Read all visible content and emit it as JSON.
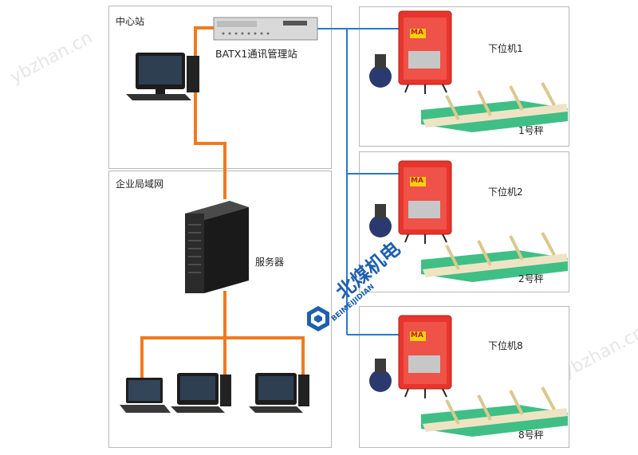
{
  "panels": {
    "center_station": {
      "title": "中心站"
    },
    "enterprise_lan": {
      "title": "企业局域网"
    }
  },
  "devices": {
    "comm_station": {
      "label": "BATX1通讯管理站"
    },
    "server": {
      "label": "服务器"
    }
  },
  "lower_units": [
    {
      "name": "下位机1",
      "scale": "1号秤",
      "box_badge": "MA"
    },
    {
      "name": "下位机2",
      "scale": "2号秤",
      "box_badge": "MA"
    },
    {
      "name": "下位机8",
      "scale": "8号秤",
      "box_badge": "MA"
    }
  ],
  "logo": {
    "cn": "北煤机电",
    "en": "BEIMEIJIDIAN"
  },
  "watermarks": [
    "ybzhan.cn",
    "ybzhan.cn"
  ],
  "colors": {
    "wire_orange": "#f07a1f",
    "wire_blue": "#2a78c8",
    "box_red": "#e8342c",
    "rail_green": "#2fb37a"
  }
}
